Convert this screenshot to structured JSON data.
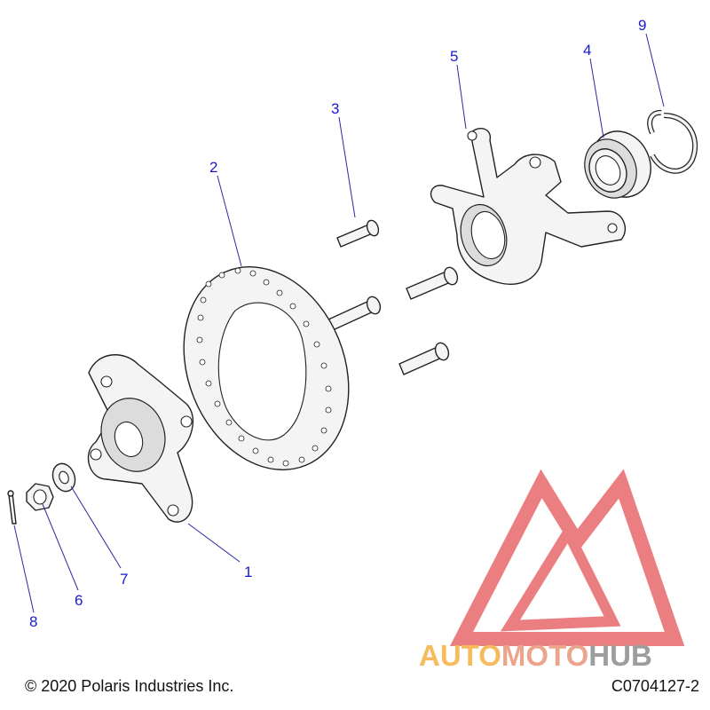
{
  "callouts": [
    {
      "id": "1",
      "label": "1"
    },
    {
      "id": "2",
      "label": "2"
    },
    {
      "id": "3",
      "label": "3"
    },
    {
      "id": "4",
      "label": "4"
    },
    {
      "id": "5",
      "label": "5"
    },
    {
      "id": "6",
      "label": "6"
    },
    {
      "id": "7",
      "label": "7"
    },
    {
      "id": "8",
      "label": "8"
    },
    {
      "id": "9",
      "label": "9"
    }
  ],
  "footer": {
    "copyright": "© 2020 Polaris Industries Inc.",
    "drawing_code": "C0704127-2"
  },
  "watermark": {
    "text_part1": "AUTO",
    "text_part2": "MOTO",
    "text_part3": "HUB",
    "colors": {
      "auto": "#f5b041",
      "moto": "#e9967a",
      "hub": "#8c8c8c",
      "logo": "#e8686a"
    }
  },
  "colors": {
    "callout": "#1a1acc",
    "leader": "#2a2aa0"
  }
}
